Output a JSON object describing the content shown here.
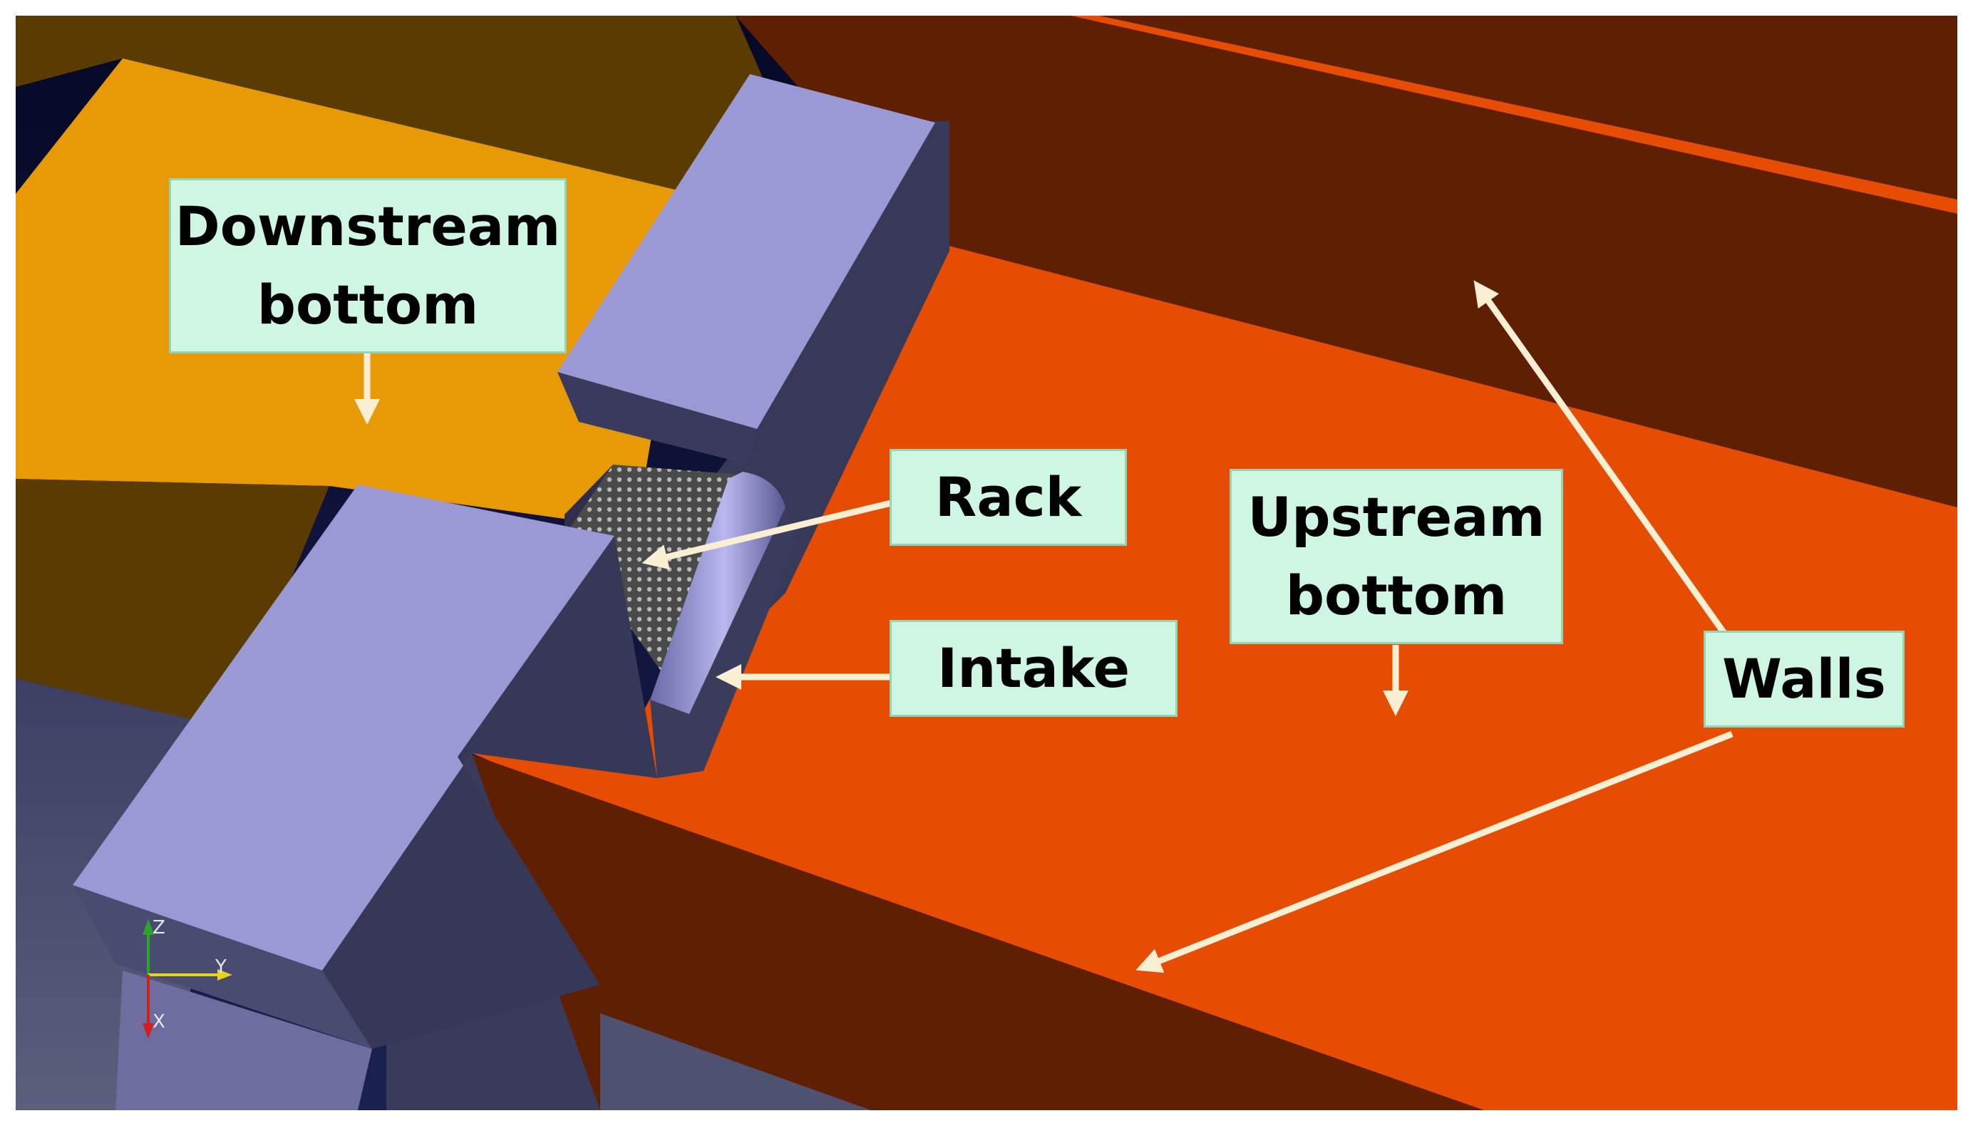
{
  "labels": {
    "downstream_bottom": [
      "Downstream",
      "bottom"
    ],
    "upstream_bottom": [
      "Upstream",
      "bottom"
    ],
    "rack": "Rack",
    "intake": "Intake",
    "walls": "Walls"
  },
  "axes": {
    "z": "Z",
    "y": "Y",
    "x": "X"
  },
  "colors": {
    "sky": "#0c0f33",
    "wall_dark": "#5f1f02",
    "upstream_floor": "#e74c03",
    "downstream_floor": "#e89a06",
    "downstream_wall": "#5a3c00",
    "block_top": "#9b98d6",
    "block_side": "#383858",
    "ground": "#4f5272",
    "label_fill": "#cef6e3",
    "arrow": "#fbefd3"
  }
}
